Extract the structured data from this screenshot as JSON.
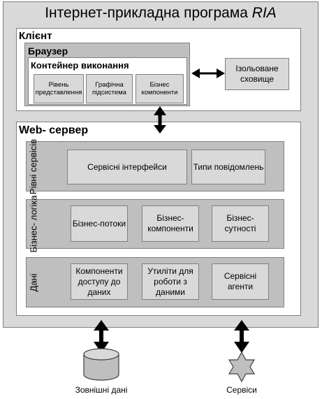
{
  "title": "Інтернет-прикладна програма",
  "title_italic": "RIA",
  "client": {
    "label": "Клієнт",
    "browser": {
      "label": "Браузер",
      "container": {
        "label": "Контейнер виконання",
        "boxes": [
          "Рівень представлення",
          "Графічна підсистема",
          "Бізнес компоненти"
        ]
      }
    },
    "storage": "Ізольоване сховище"
  },
  "server": {
    "label": "Web- сервер",
    "layers": [
      {
        "label": "Рівні сервісів",
        "boxes": [
          "Сервісні інтерфейси",
          "Типи повідомлень"
        ]
      },
      {
        "label": "Бізнес- логіка",
        "boxes": [
          "Бізнес-потоки",
          "Бізнес-компоненти",
          "Бізнес-сутності"
        ]
      },
      {
        "label": "Дані",
        "boxes": [
          "Компоненти доступу до даних",
          "Утиліти для роботи з даними",
          "Сервісні агенти"
        ]
      }
    ]
  },
  "external": {
    "data": "Зовнішні дані",
    "services": "Сервіси"
  }
}
